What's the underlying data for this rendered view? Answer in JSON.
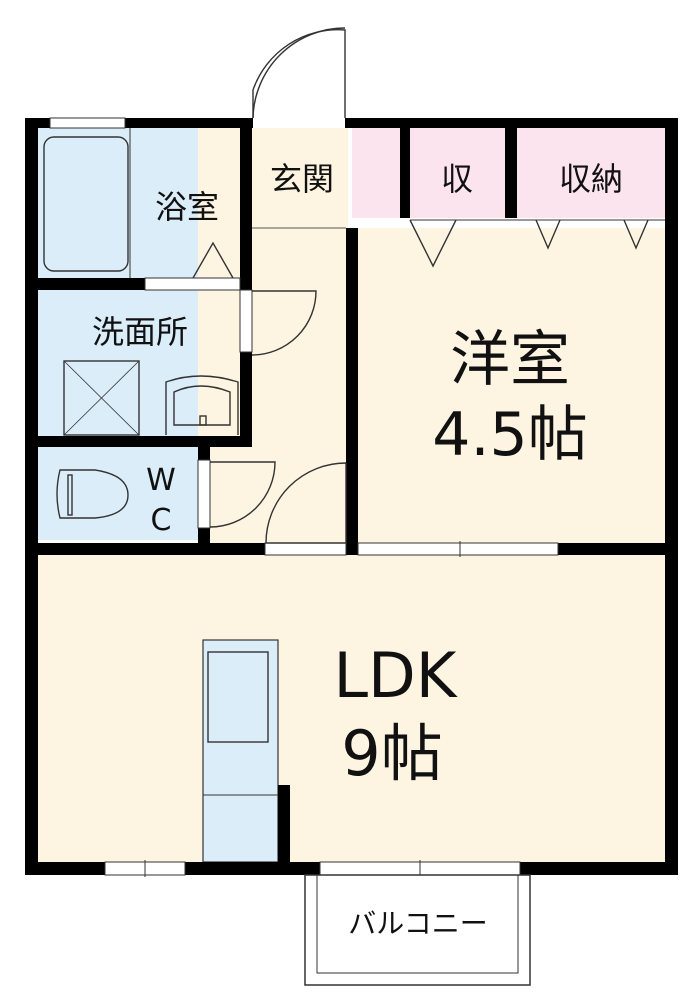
{
  "colors": {
    "wet": "#dcedfa",
    "floor": "#fdf5e1",
    "closet": "#fce4ee",
    "wall": "#000000"
  },
  "rooms": {
    "bath": "浴室",
    "washroom": "洗面所",
    "wc_line1": "W",
    "wc_line2": "C",
    "entrance": "玄関",
    "storage_small": "収",
    "storage": "収納",
    "western_name": "洋室",
    "western_size": "4.5帖",
    "ldk_name": "LDK",
    "ldk_size": "9帖",
    "balcony": "バルコニー"
  }
}
